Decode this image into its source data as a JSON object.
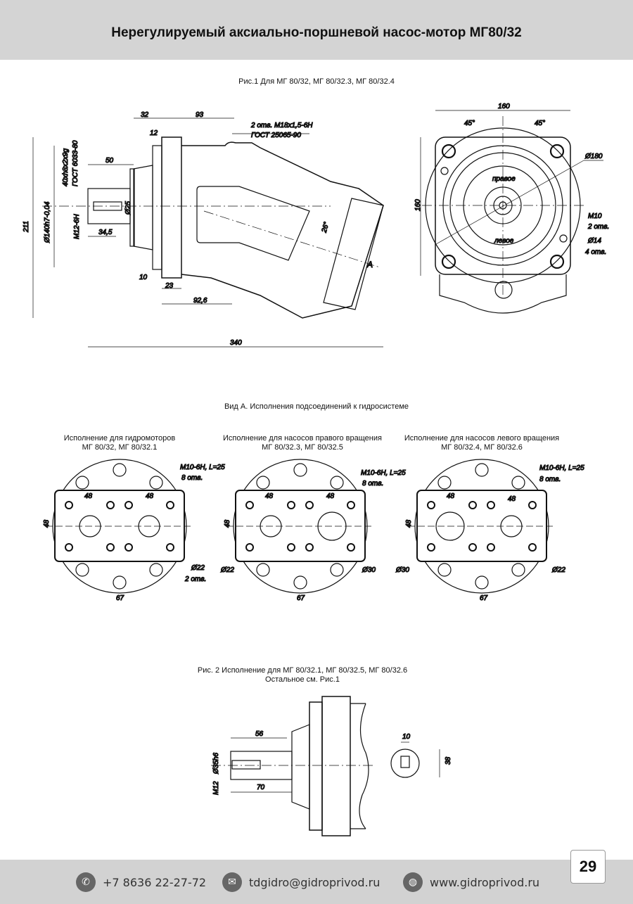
{
  "header": {
    "title": "Нерегулируемый аксиально-поршневой насос-мотор МГ80/32"
  },
  "fig1": {
    "caption": "Рис.1 Для МГ 80/32, МГ 80/32.3, МГ 80/32.4",
    "side": {
      "d32": "32",
      "d93": "93",
      "d12": "12",
      "thread1": "2 отв. М18х1,5-6Н",
      "thread2": "ГОСТ 25065-90",
      "spline1": "40хh8х2х9g",
      "spline2": "ГОСТ 6033-80",
      "d50": "50",
      "dia140": "Ø140h7-0,04",
      "d211": "211",
      "m12": "М12-6Н",
      "d34": "34,5",
      "dia25": "Ø25",
      "angle": "26°",
      "d10": "10",
      "d23": "23",
      "d92": "92,6",
      "d340": "340",
      "viewA": "А"
    },
    "front": {
      "d160w": "160",
      "d160h": "160",
      "a1": "45°",
      "a2": "45°",
      "dia180": "Ø180",
      "right": "правое",
      "left": "левое",
      "m10": "М10",
      "m10n": "2 отв.",
      "dia14": "Ø14",
      "dia14n": "4 отв."
    }
  },
  "viewA": {
    "caption": "Вид А. Исполнения подсоединений к гидросистеме",
    "variants": [
      {
        "title": "Исполнение для гидромоторов",
        "models": "МГ 80/32, МГ 80/32.1",
        "thread": "М10-6Н, L=25",
        "thread_n": "8 отв.",
        "d48a": "48",
        "d48b": "48",
        "d48v": "48",
        "leftDia": "",
        "rightDia": "Ø22",
        "rightNote": "2 отв.",
        "d67": "67"
      },
      {
        "title": "Исполнение для насосов правого вращения",
        "models": "МГ 80/32.3, МГ 80/32.5",
        "thread": "М10-6Н, L=25",
        "thread_n": "8 отв.",
        "d48a": "48",
        "d48b": "48",
        "d48v": "48",
        "leftDia": "Ø22",
        "rightDia": "Ø30",
        "rightNote": "",
        "d67": "67"
      },
      {
        "title": "Исполнение для насосов левого вращения",
        "models": "МГ 80/32.4, МГ 80/32.6",
        "thread": "М10-6Н, L=25",
        "thread_n": "8 отв.",
        "d48a": "48",
        "d48b": "48",
        "d48v": "48",
        "leftDia": "Ø30",
        "rightDia": "Ø22",
        "rightNote": "",
        "d67": "67"
      }
    ]
  },
  "fig2": {
    "caption1": "Рис. 2  Исполнение для МГ 80/32.1, МГ 80/32.5, МГ 80/32.6",
    "caption2": "Остальное см. Рис.1",
    "d56": "56",
    "dia35": "Ø35h6",
    "m12": "М12",
    "d70": "70",
    "d10": "10",
    "d38": "38"
  },
  "footer": {
    "phone": "+7 8636 22-27-72",
    "email": "tdgidro@gidroprivod.ru",
    "site": "www.gidroprivod.ru",
    "page": "29",
    "icons": [
      "phone-icon",
      "mail-icon",
      "globe-icon"
    ]
  }
}
